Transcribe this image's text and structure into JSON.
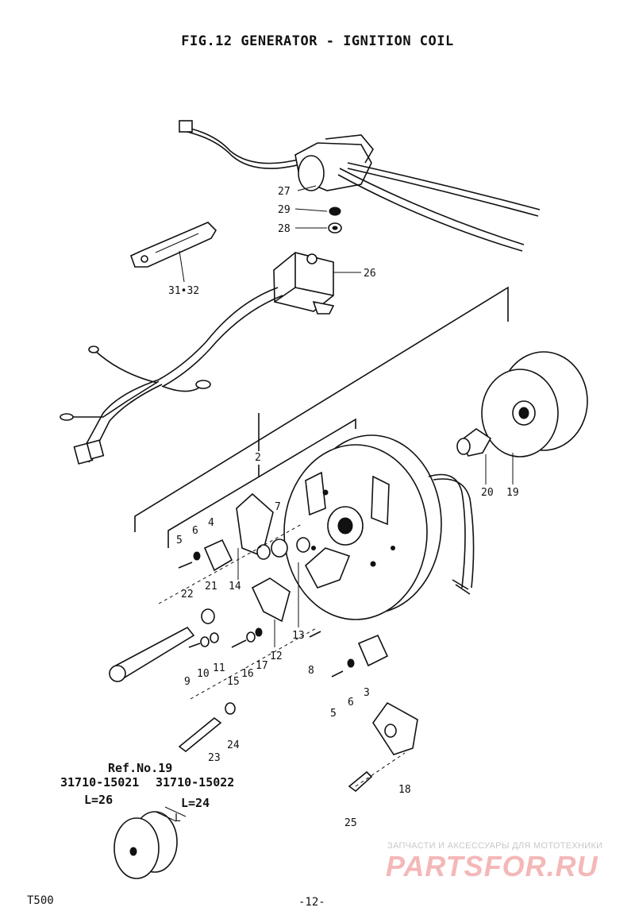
{
  "title": "FIG.12  GENERATOR - IGNITION COIL",
  "callouts": {
    "c27": "27",
    "c29": "29",
    "c28": "28",
    "c26": "26",
    "c3132": "31•32",
    "c2": "2",
    "c20": "20",
    "c19": "19",
    "c5a": "5",
    "c6a": "6",
    "c4": "4",
    "c7": "7",
    "c14": "14",
    "c21": "21",
    "c22": "22",
    "c9": "9",
    "c10": "10",
    "c11": "11",
    "c15": "15",
    "c16": "16",
    "c17": "17",
    "c12": "12",
    "c13": "13",
    "c8": "8",
    "c6b": "6",
    "c5b": "5",
    "c3": "3",
    "c23": "23",
    "c24": "24",
    "c18": "18",
    "c25": "25",
    "cL": "L"
  },
  "reference": {
    "heading": "Ref.No.19",
    "part_a": "31710-15021",
    "part_b": "31710-15022",
    "len_a": "L=26",
    "len_b": "L=24"
  },
  "footer": {
    "model": "T500",
    "page": "-12-"
  },
  "watermark": {
    "tagline": "ЗАПЧАСТИ И АКСЕССУАРЫ ДЛЯ МОТОТЕХНИКИ",
    "logo": "PARTSFOR.RU"
  }
}
